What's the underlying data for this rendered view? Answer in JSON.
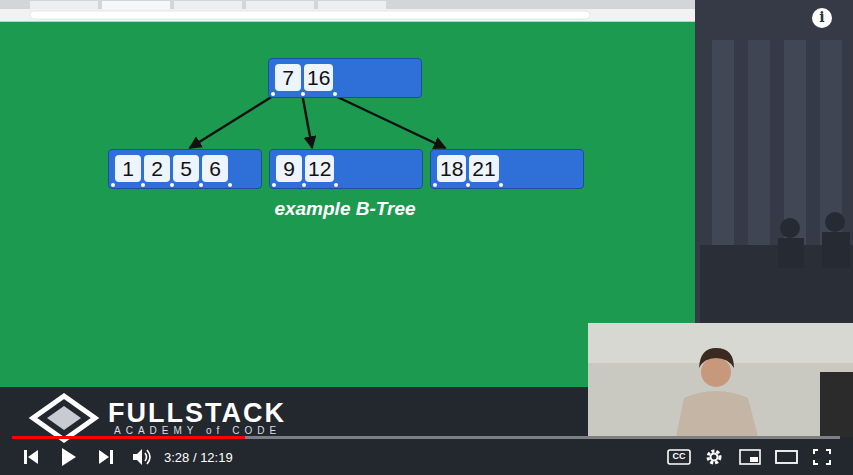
{
  "diagram": {
    "caption": "example B-Tree",
    "nodes": [
      {
        "text": [
          "7",
          "16"
        ]
      },
      {
        "text": [
          "1",
          "2",
          "5",
          "6"
        ]
      },
      {
        "text": [
          "9",
          "12"
        ]
      },
      {
        "text": [
          "18",
          "21"
        ]
      }
    ],
    "edges": [
      {
        "from": 0,
        "to": 1,
        "arrow": "to"
      },
      {
        "from": 0,
        "to": 2,
        "arrow": "to"
      },
      {
        "from": 0,
        "to": 3,
        "arrow": "to"
      }
    ],
    "labels": [
      "i",
      "FULLSTACK",
      "ACADEMY of CODE",
      "3:28 / 12:19",
      "CC"
    ]
  }
}
